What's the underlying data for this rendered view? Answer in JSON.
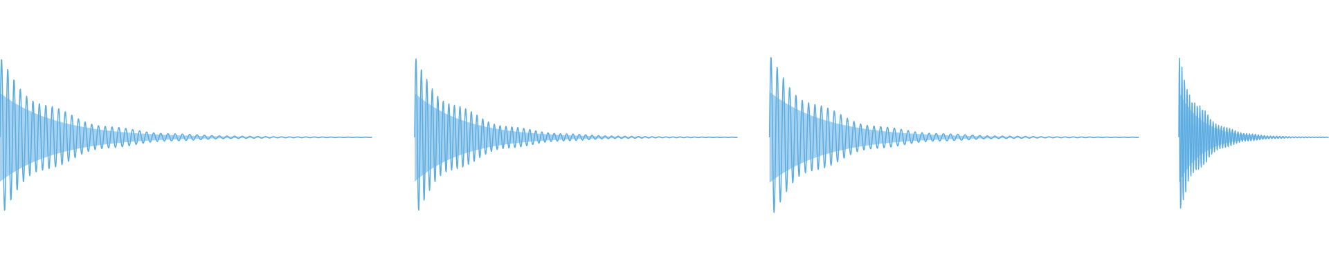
{
  "view": {
    "background_color": "#ffffff",
    "waveform_color": "#5dade2"
  },
  "waveform": {
    "events": [
      {
        "start_fraction": 0.0,
        "end_fraction": 0.28,
        "peak_amplitude": 0.78
      },
      {
        "start_fraction": 0.312,
        "end_fraction": 0.555,
        "peak_amplitude": 0.78
      },
      {
        "start_fraction": 0.579,
        "end_fraction": 0.857,
        "peak_amplitude": 0.8
      },
      {
        "start_fraction": 0.887,
        "end_fraction": 1.0,
        "peak_amplitude": 0.8
      }
    ],
    "oscillations_per_event": 60,
    "decay_rate": 6.5
  }
}
